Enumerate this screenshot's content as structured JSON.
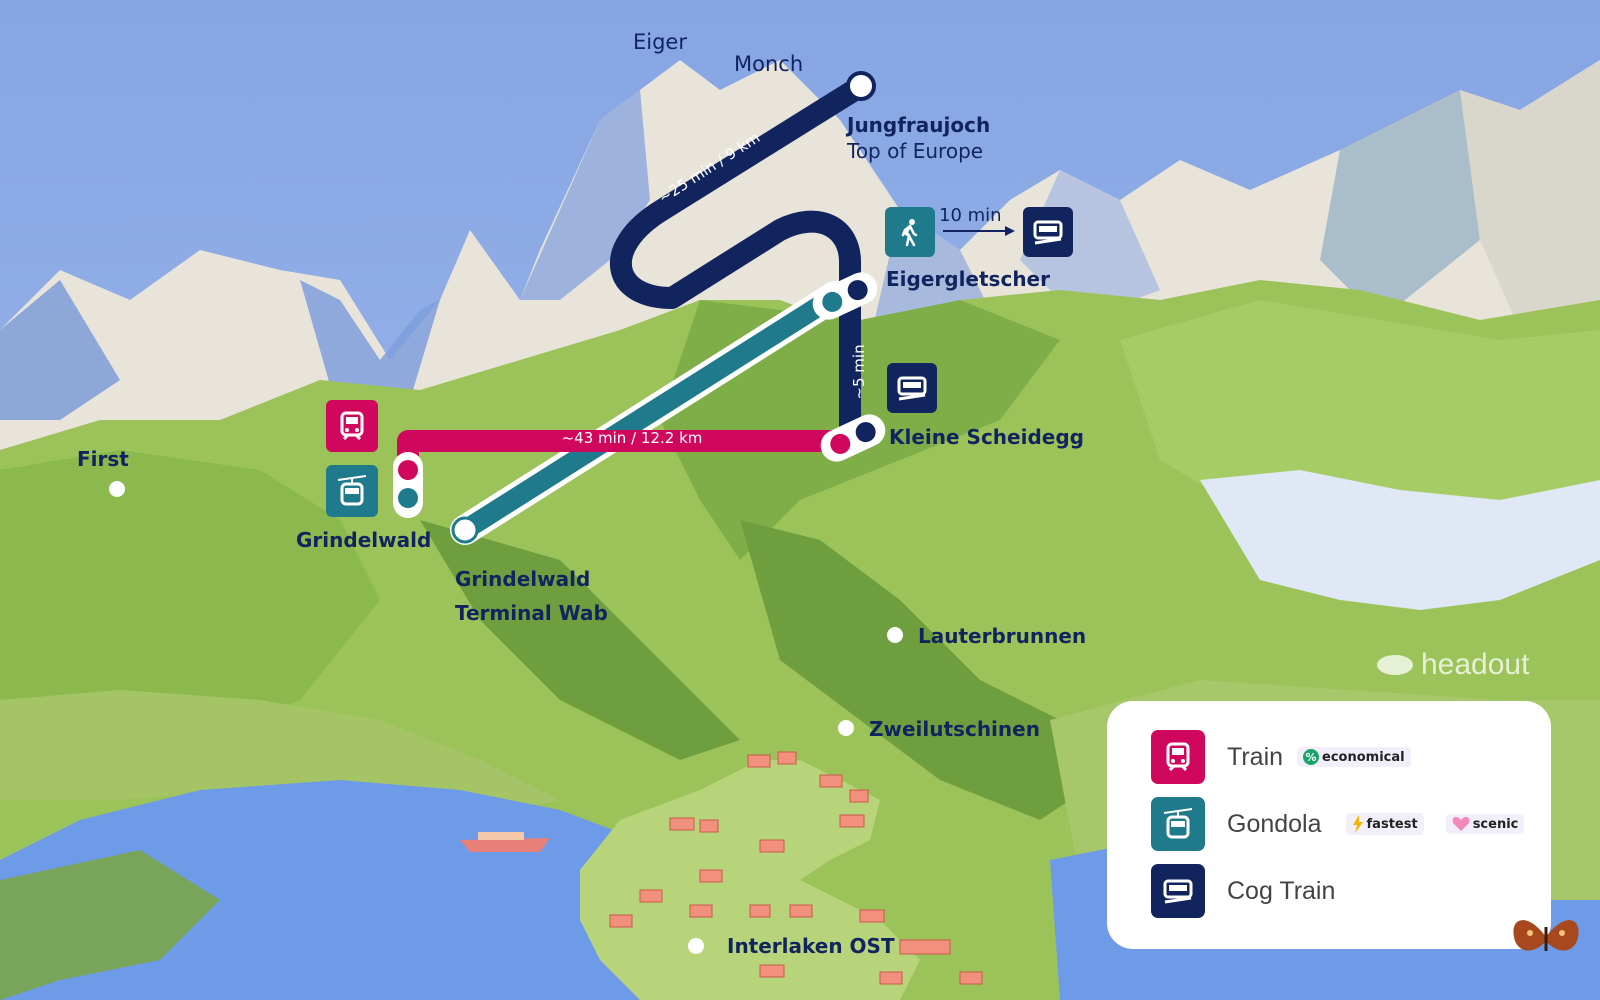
{
  "peaks": {
    "eiger": "Eiger",
    "monch": "Monch"
  },
  "stations": {
    "jungfraujoch": {
      "name": "Jungfraujoch",
      "subtitle": "Top of Europe"
    },
    "eigergletscher": "Eigergletscher",
    "kleine_scheidegg": "Kleine Scheidegg",
    "grindelwald": "Grindelwald",
    "grindelwald_terminal": {
      "line1": "Grindelwald",
      "line2": "Terminal Wab"
    },
    "first": "First",
    "lauterbrunnen": "Lauterbrunnen",
    "zweilutschinen": "Zweilutschinen",
    "interlaken": "Interlaken OST"
  },
  "routes": {
    "jungfraujoch_segment": "~25 min / 9 km",
    "eigergletscher_segment": "~5 min",
    "train_segment": "~43 min / 12.2 km",
    "walk_time": "10 min"
  },
  "legend": {
    "train": {
      "label": "Train",
      "tags": [
        "economical"
      ],
      "icon": "train-icon",
      "color": "#d0085d"
    },
    "gondola": {
      "label": "Gondola",
      "tags": [
        "fastest",
        "scenic"
      ],
      "icon": "gondola-icon",
      "color": "#1f7a8c"
    },
    "cog_train": {
      "label": "Cog Train",
      "icon": "cog-train-icon",
      "color": "#12245e"
    }
  },
  "brand": "headout",
  "colors": {
    "train": "#d0085d",
    "gondola": "#1f7a8c",
    "cog_train": "#12245e",
    "sky": "#8fb0e6",
    "lake": "#6d9be8"
  }
}
